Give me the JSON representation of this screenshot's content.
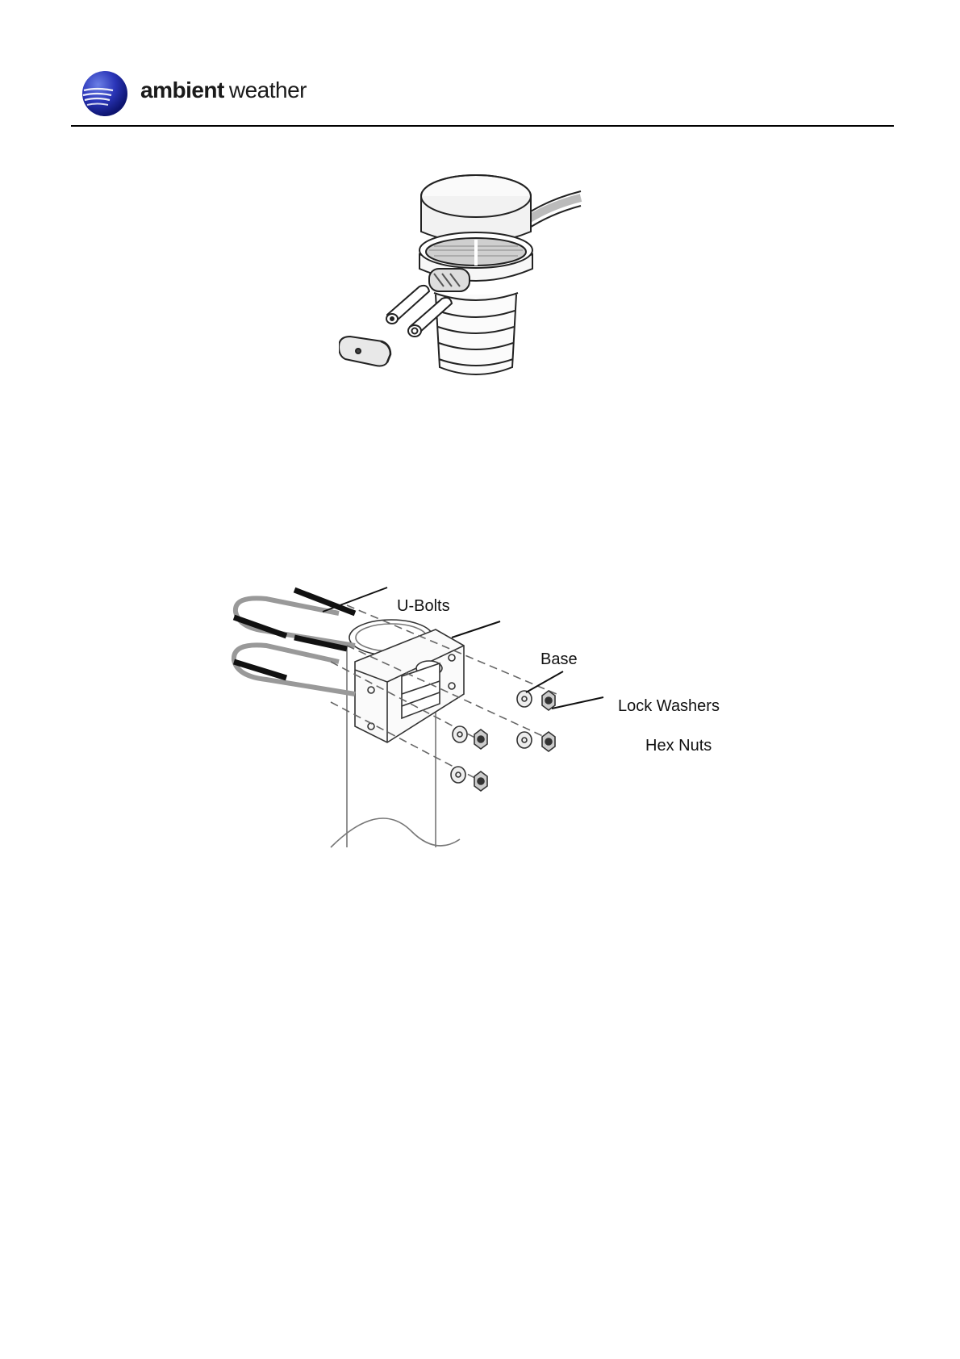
{
  "header": {
    "brand_bold": "ambient",
    "brand_light": "weather"
  },
  "figure_sensor": {
    "icons": [
      "sensor-housing",
      "battery",
      "battery",
      "battery-door"
    ]
  },
  "figure_mount": {
    "labels": {
      "u_bolts": "U-Bolts",
      "base": "Base",
      "lock_washers": "Lock Washers",
      "hex_nuts": "Hex Nuts"
    }
  }
}
